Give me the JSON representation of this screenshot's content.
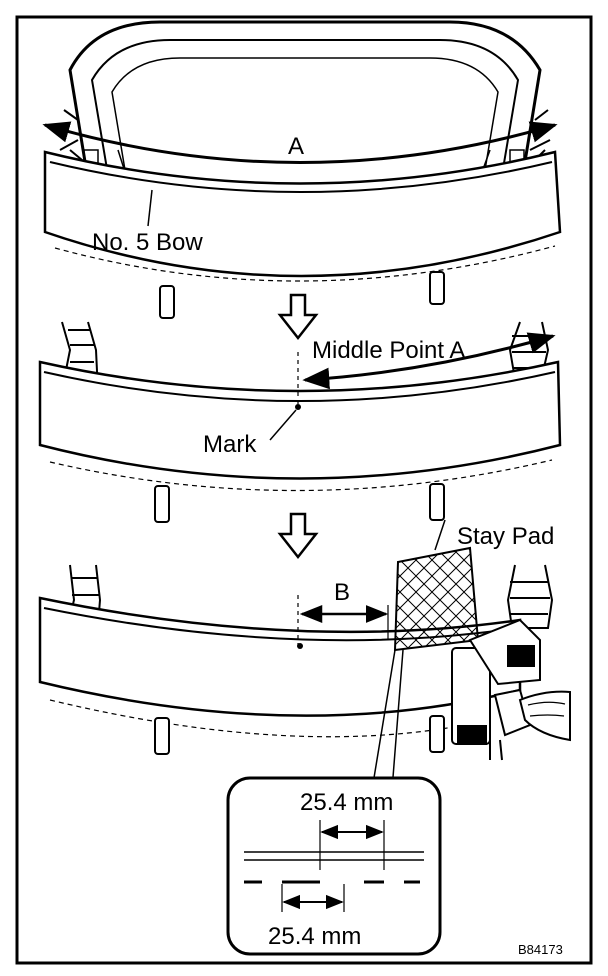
{
  "figure": {
    "labels": {
      "a": "A",
      "no5_bow": "No. 5 Bow",
      "middle_point_a": "Middle Point A",
      "mark": "Mark",
      "stay_pad": "Stay Pad",
      "b": "B",
      "dim_top": "25.4 mm",
      "dim_bottom": "25.4 mm"
    },
    "figure_code": "B84173"
  }
}
